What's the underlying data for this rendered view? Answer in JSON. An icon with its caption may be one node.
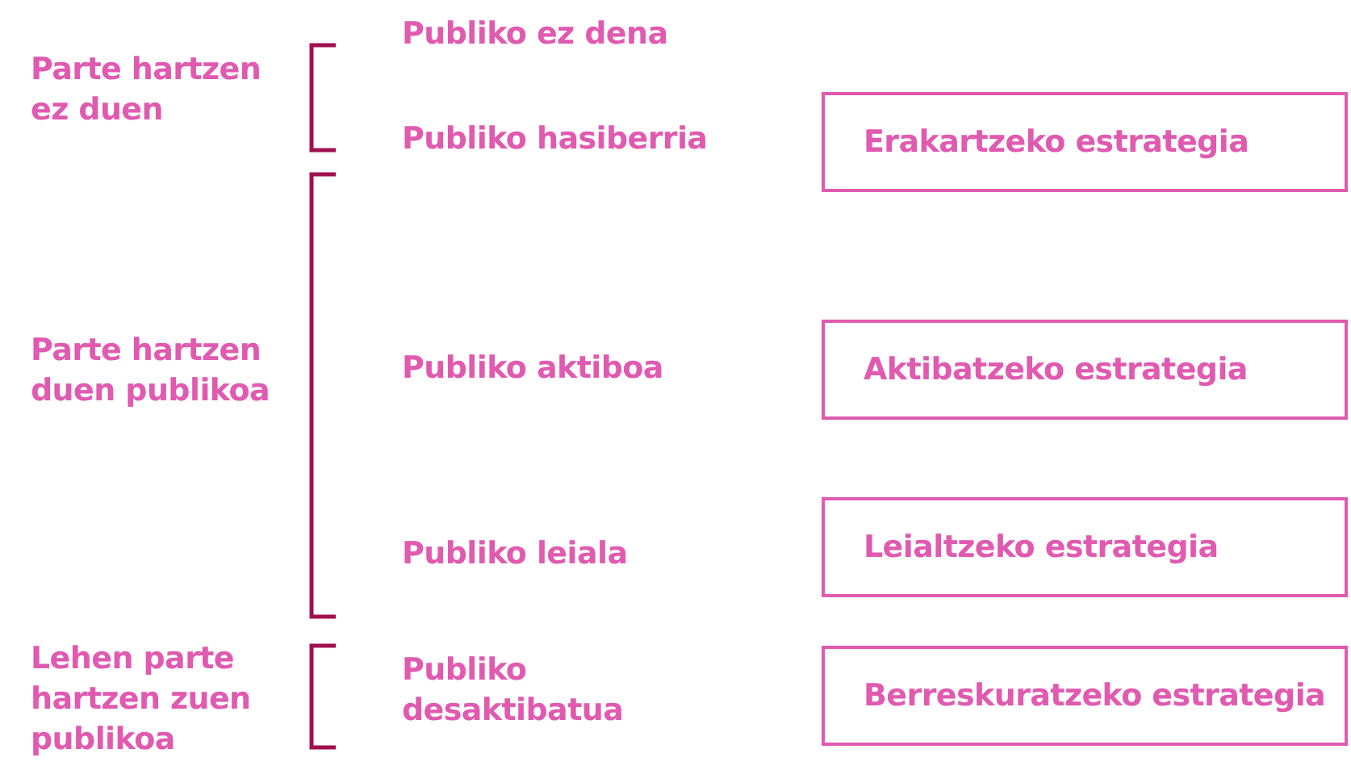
{
  "diagram": {
    "nodes": [
      {
        "text": [
          "Erakartzeko estrategia"
        ]
      },
      {
        "text": [
          "Aktibatzeko estrategia"
        ]
      },
      {
        "text": [
          "Leialtzeko estrategia"
        ]
      },
      {
        "text": [
          "Berreskuratzeko estrategia"
        ]
      }
    ],
    "labels": [
      "Parte hartzen ez duen",
      "Publiko ez dena",
      "Publiko hasiberria",
      "Parte hartzen duen publikoa",
      "Publiko aktiboa",
      "Publiko leiala",
      "Lehen parte hartzen zuen publikoa",
      "Publiko desaktibatua"
    ]
  }
}
